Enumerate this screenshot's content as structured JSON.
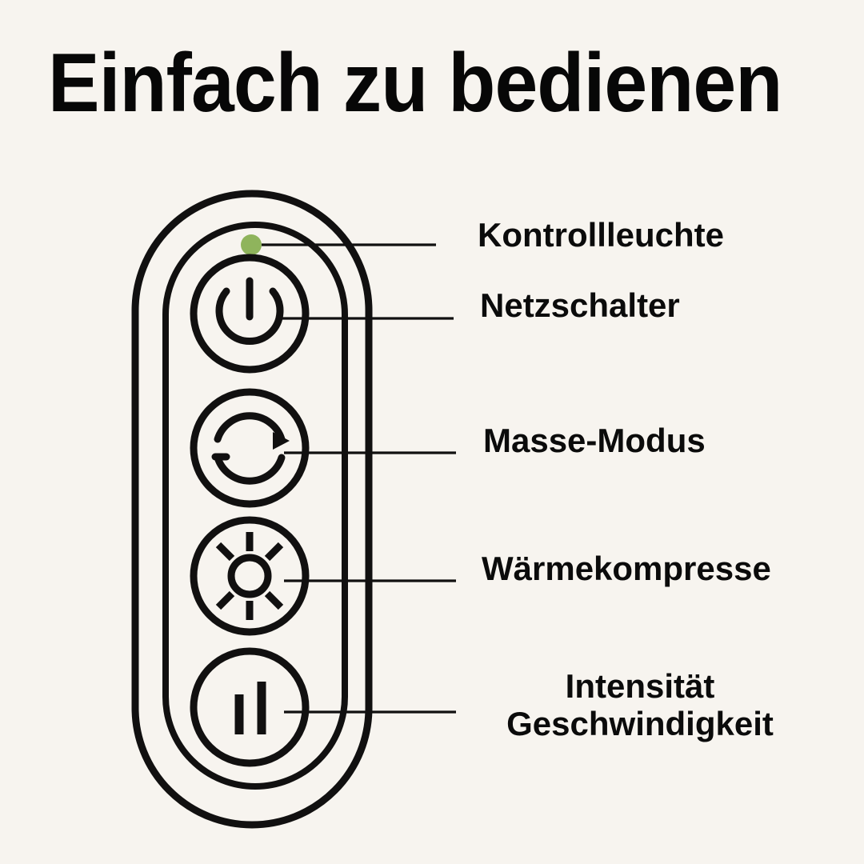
{
  "page": {
    "title": "Einfach zu bedienen",
    "background_color": "#f7f4ef",
    "ink_color": "#111010",
    "led_color": "#8fb45c"
  },
  "device": {
    "name": "massage-remote-control",
    "shape": "rounded-pill-double-outline"
  },
  "callouts": [
    {
      "key": "led",
      "label": "Kontrollleuchte",
      "target": "status-led",
      "icon": "led-dot-icon"
    },
    {
      "key": "power",
      "label": "Netzschalter",
      "target": "power-button",
      "icon": "power-icon"
    },
    {
      "key": "massage",
      "label": "Masse-Modus",
      "target": "massage-mode-button",
      "icon": "cycle-arrow-icon"
    },
    {
      "key": "heat",
      "label": "Wärmekompresse",
      "target": "heat-button",
      "icon": "sun-icon"
    },
    {
      "key": "intensity",
      "label": "Intensität\nGeschwindigkeit",
      "target": "intensity-button",
      "icon": "signal-bars-icon"
    }
  ]
}
